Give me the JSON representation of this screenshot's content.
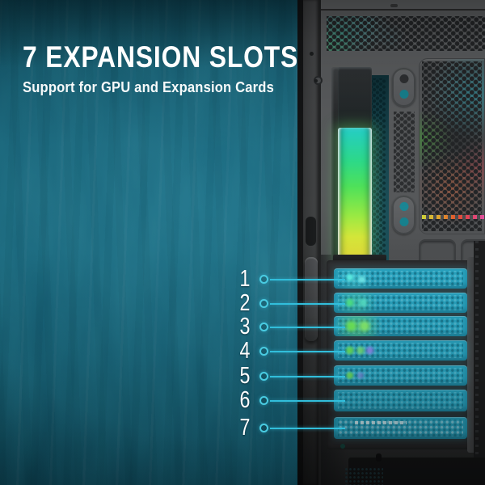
{
  "header": {
    "title": "7 EXPANSION SLOTS",
    "subtitle": "Support for GPU and Expansion Cards"
  },
  "callouts": [
    {
      "label": "1"
    },
    {
      "label": "2"
    },
    {
      "label": "3"
    },
    {
      "label": "4"
    },
    {
      "label": "5"
    },
    {
      "label": "6"
    },
    {
      "label": "7"
    }
  ],
  "colors": {
    "background_teal": "#11576c",
    "accent_cyan": "#31bedb",
    "slot_highlight": "#2aa7c4",
    "text": "#ffffff",
    "case_gray": "#545658",
    "gpu_rgb_top": "#25d3cc",
    "gpu_rgb_bottom": "#e4dd39"
  }
}
